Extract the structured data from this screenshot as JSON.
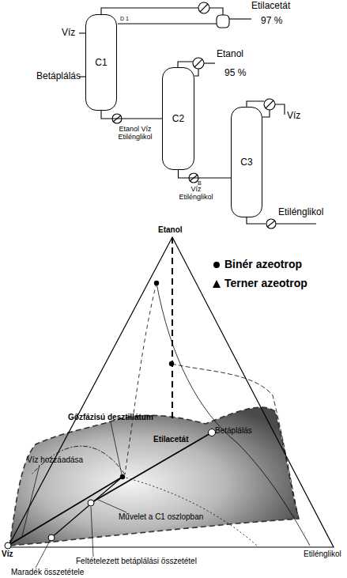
{
  "diagram": {
    "nodes": [
      {
        "text": [
          "C1"
        ]
      },
      {
        "text": [
          "C2"
        ]
      },
      {
        "text": [
          "C3"
        ]
      }
    ],
    "edges": [
      {
        "from": 0,
        "to": 1,
        "arrow": "none",
        "label": "Etanol Víz Etilénglikol"
      },
      {
        "from": 1,
        "to": 2,
        "arrow": "none",
        "label": "Víz Etilénglikol"
      }
    ],
    "labels": [
      "Víz",
      "Betáplálás",
      "D 1",
      "Etilacetát",
      "97 %",
      "Etanol",
      "95 %",
      "B",
      "Víz",
      "Etilénglikol",
      "Etanol",
      "Víz",
      "Etilénglikol",
      "Etilacetát",
      "Gőzfázisú desztillátum",
      "Víz hozzáadása",
      "Betáplálás",
      "Művelet a C1 oszlopban",
      "Feltételezett betáplálási összetétel",
      "Maradék összetétele"
    ],
    "legend": [
      {
        "text": "Binér azeotrop"
      },
      {
        "text": "Terner azeotrop"
      }
    ]
  }
}
